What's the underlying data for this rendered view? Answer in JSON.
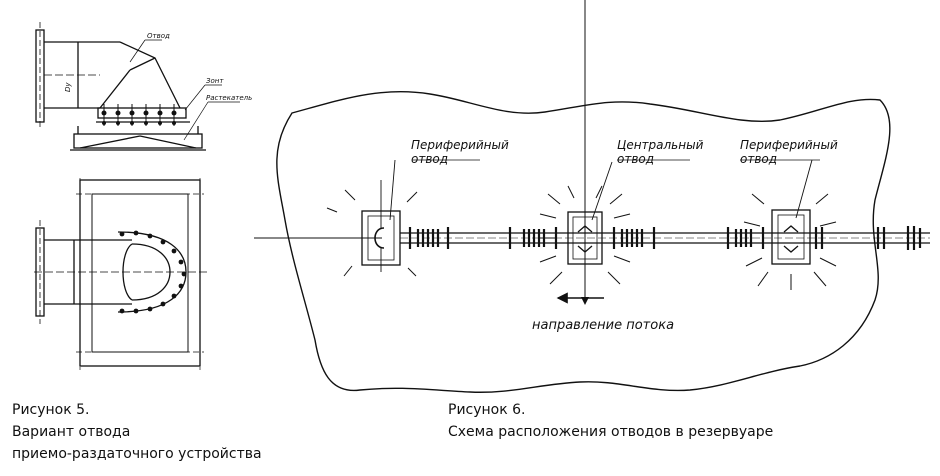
{
  "fig5": {
    "labels": {
      "otvod": "Отвод",
      "zont": "Зонт",
      "rastekatel": "Растекатель",
      "dn": "Dу"
    },
    "caption_line1": "Рисунок 5.",
    "caption_line2": "Вариант отвода",
    "caption_line3": "приемо-раздаточного устройства"
  },
  "fig6": {
    "labels": {
      "peripheral_left": "Периферийный отвод",
      "central": "Центральный отвод",
      "peripheral_right": "Периферийный отвод",
      "flow": "направление потока"
    },
    "caption_line1": "Рисунок 6.",
    "caption_line2": "Схема расположения отводов в резервуаре"
  },
  "colors": {
    "line": "#111111",
    "background": "#ffffff"
  }
}
